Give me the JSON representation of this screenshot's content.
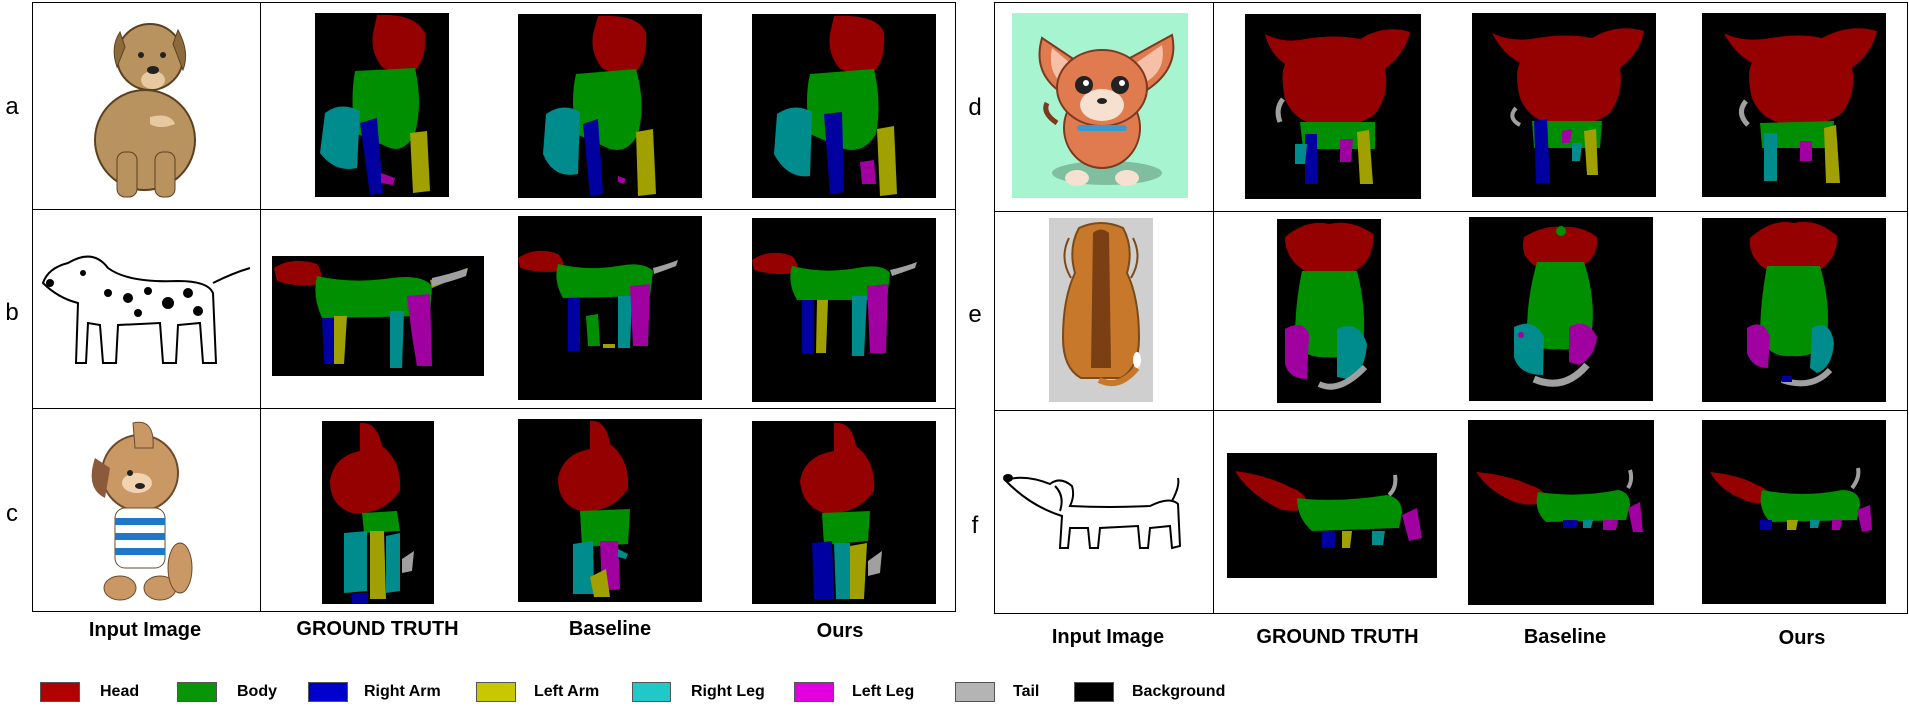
{
  "rows": [
    "a",
    "b",
    "c",
    "d",
    "e",
    "f"
  ],
  "column_headers": {
    "left": [
      "Input Image",
      "GROUND TRUTH",
      "Baseline",
      "Ours"
    ],
    "right": [
      "Input Image",
      "GROUND TRUTH",
      "Baseline",
      "Ours"
    ]
  },
  "legend": [
    {
      "label": "Head",
      "color": "#b00000"
    },
    {
      "label": "Body",
      "color": "#089608"
    },
    {
      "label": "Right Arm",
      "color": "#0000cc"
    },
    {
      "label": "Left Arm",
      "color": "#c8c800"
    },
    {
      "label": "Right Leg",
      "color": "#20c8c8"
    },
    {
      "label": "Left Leg",
      "color": "#e000e0"
    },
    {
      "label": "Tail",
      "color": "#b4b4b4"
    },
    {
      "label": "Background",
      "color": "#000000"
    }
  ],
  "segmentation_colors": {
    "head": "#950000",
    "body": "#008f00",
    "right_arm": "#0000a0",
    "left_arm": "#a0a000",
    "right_leg": "#008c8c",
    "left_leg": "#a000a0",
    "tail": "#a0a0a0",
    "background": "#000000"
  },
  "input_colors": {
    "brown_dog": "#b8935f",
    "chihuahua_bg": "#a6f5d0",
    "chihuahua": "#e07a4f",
    "beagle_bg": "#cfcfcf",
    "beagle": "#c7782a",
    "cartoon_dog": "#c99865"
  }
}
